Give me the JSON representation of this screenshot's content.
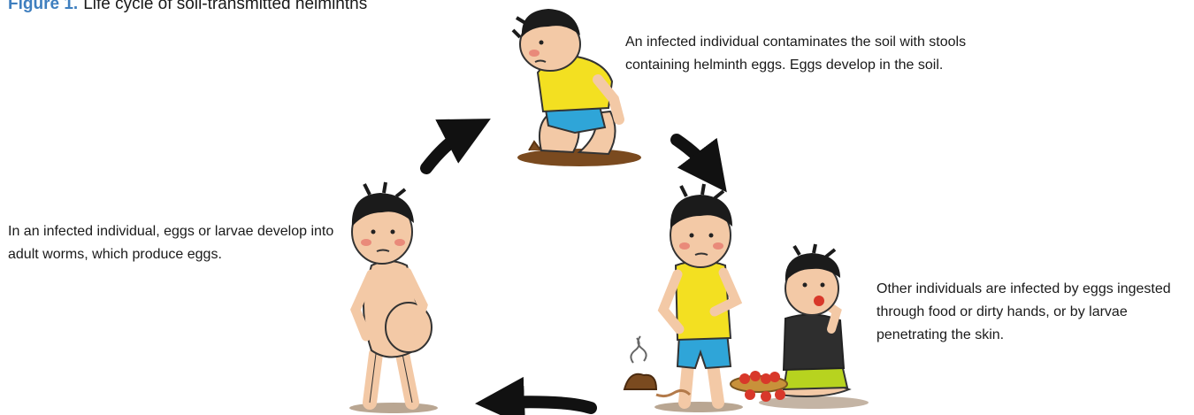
{
  "figure": {
    "caption_label": "Figure 1.",
    "caption_text": "Life cycle of soil-transmitted helminths"
  },
  "stages": {
    "contamination": "An infected individual contaminates the soil with stools containing helminth eggs. Eggs develop in the soil.",
    "infection": "Other individuals are infected by eggs ingested through food or dirty hands, or by larvae penetrating the skin.",
    "maturation": "In an infected individual, eggs or larvae develop into adult worms, which produce eggs."
  },
  "colors": {
    "caption_label": "#3f7fbf",
    "yellow_shirt": "#f3e021",
    "blue_shorts": "#2fa5d8",
    "skin": "#f3c9a6",
    "hair": "#1b1b1b",
    "soil": "#7a4a1f",
    "dark_shirt": "#2e2e2e",
    "green_shorts": "#b7d31f",
    "tomato": "#d8382a"
  }
}
